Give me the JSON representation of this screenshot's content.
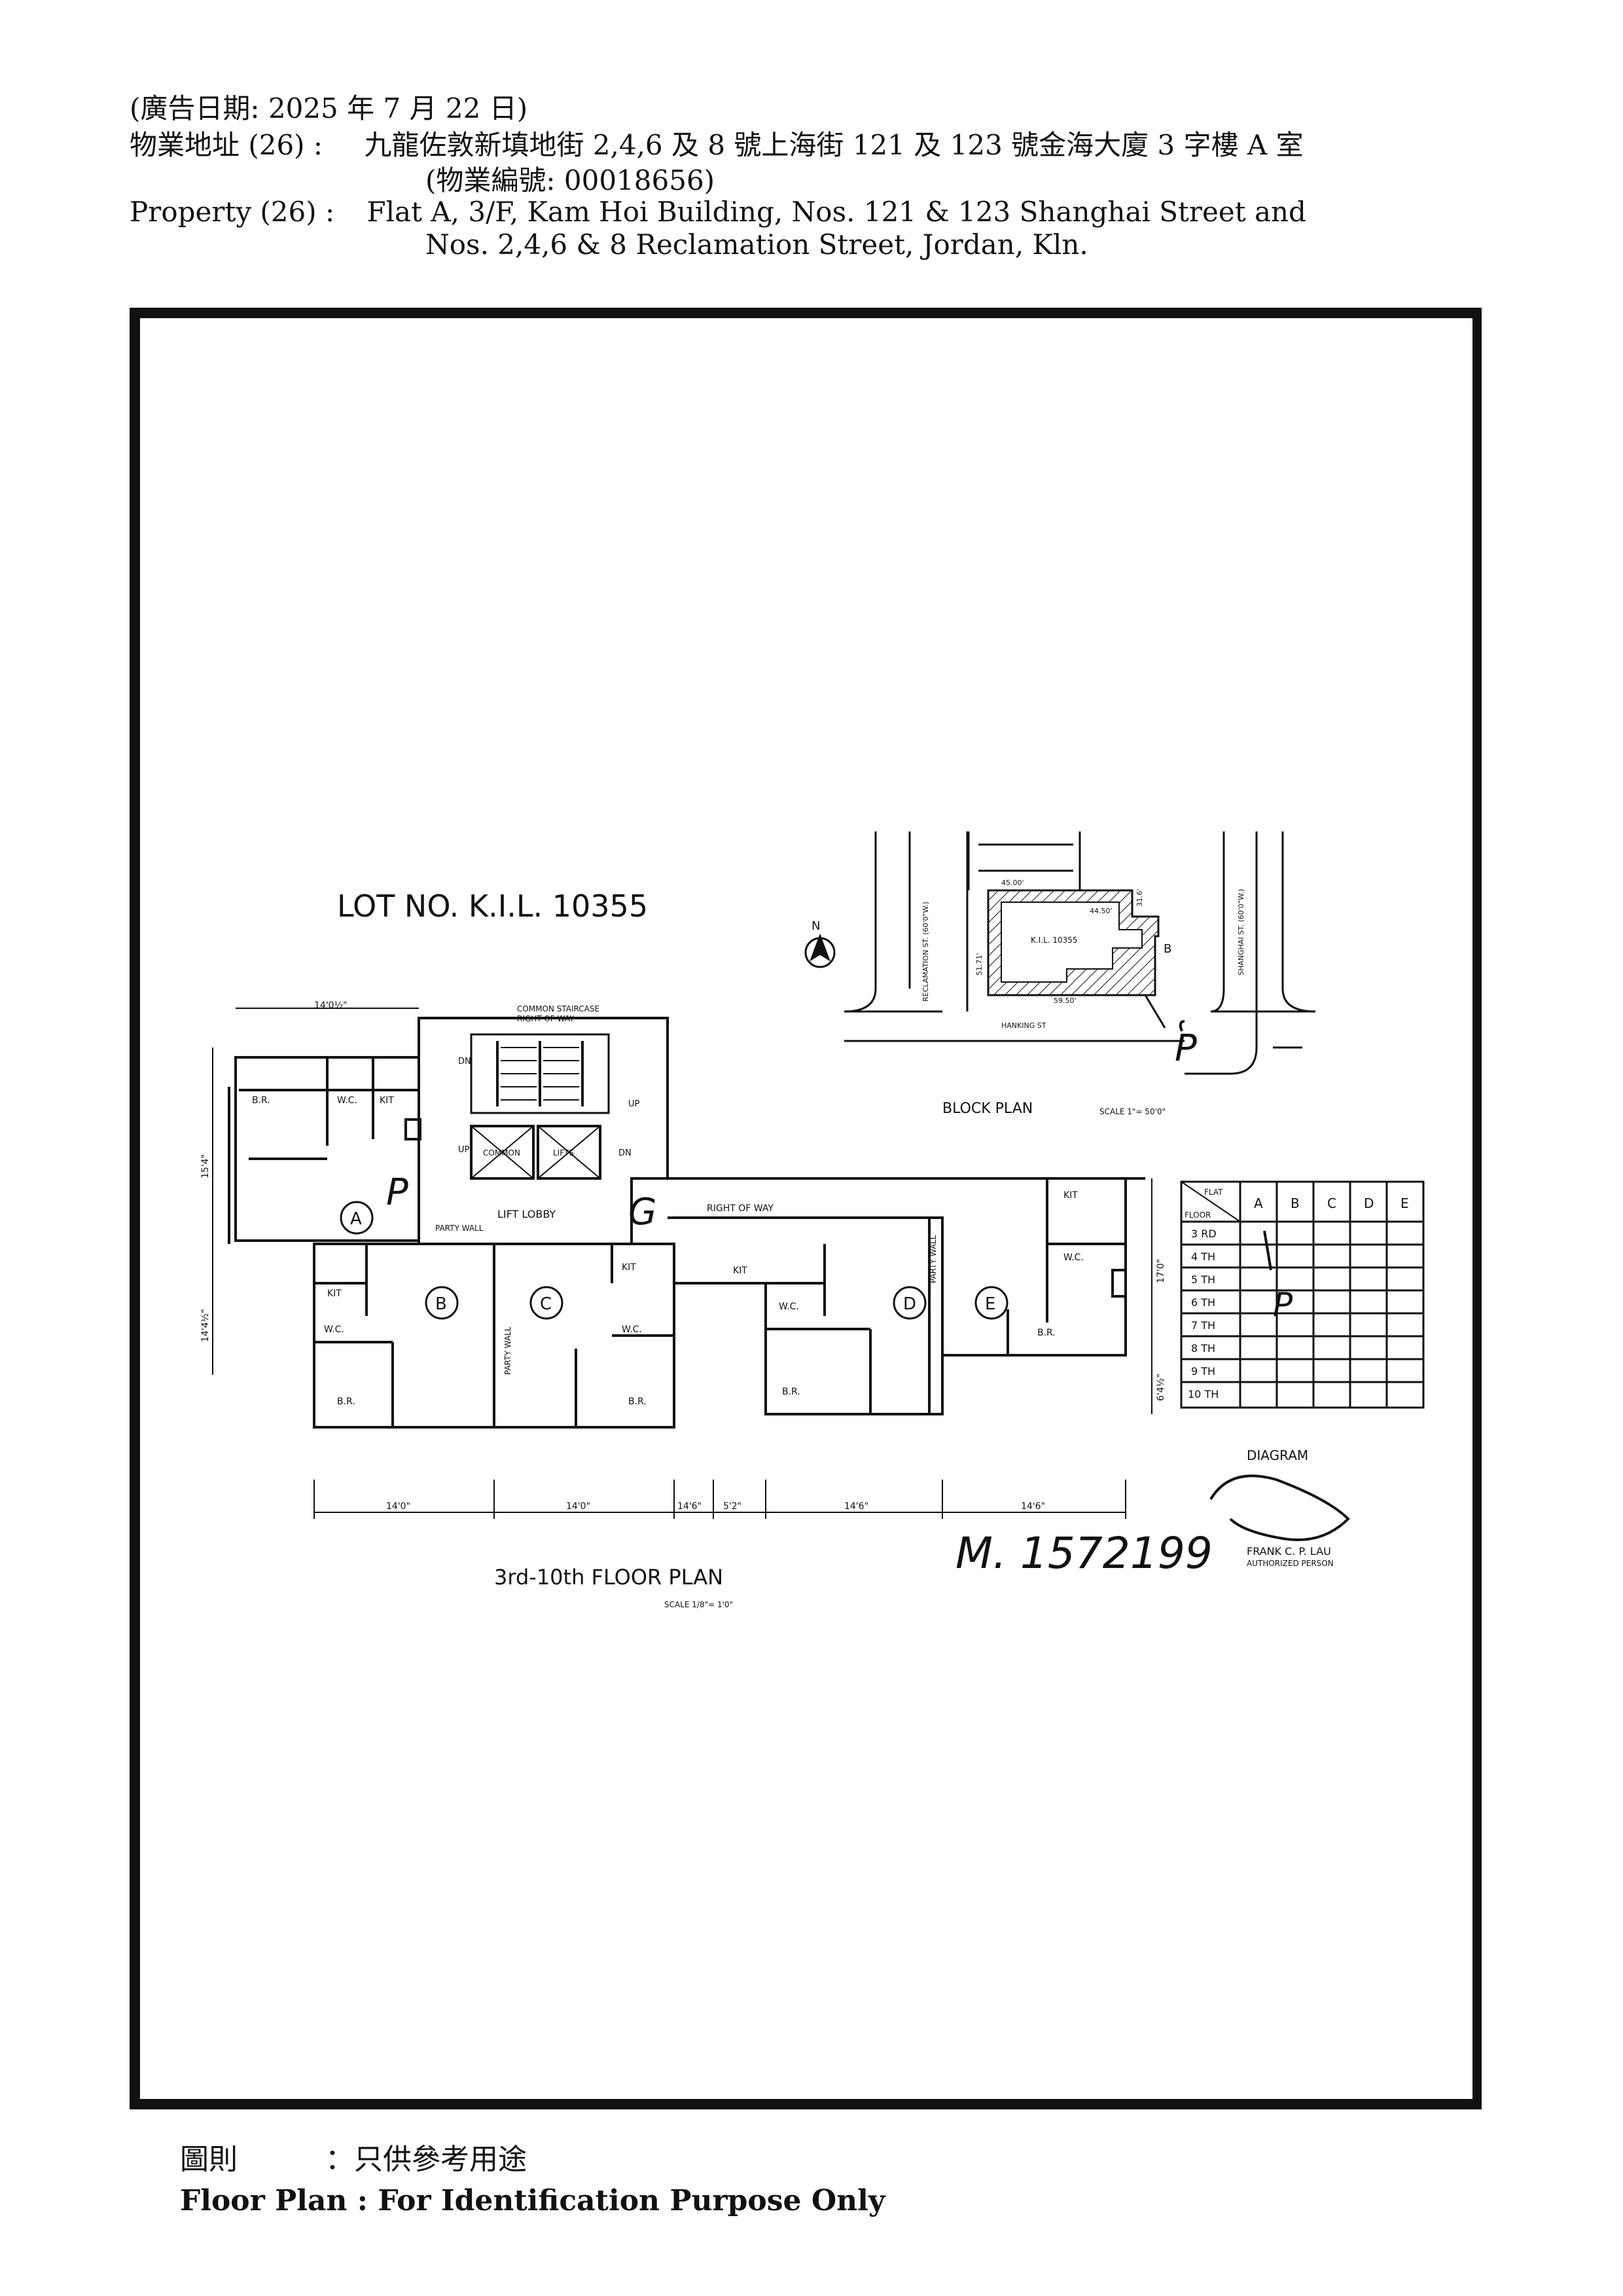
{
  "header": {
    "ad_date_line": "(廣告日期:   2025 年 7 月 22 日)",
    "address_cn_label": "物業地址  (26) :",
    "address_cn_value": "九龍佐敦新填地街 2,4,6  及  8 號上海街 121 及 123 號金海大廈 3 字樓 A 室",
    "property_no": "(物業編號: 00018656)",
    "address_en_label": "Property    (26) :",
    "address_en_line1": "Flat A, 3/F, Kam Hoi Building, Nos. 121 & 123 Shanghai Street and",
    "address_en_line2": "Nos. 2,4,6 & 8 Reclamation Street, Jordan, Kln."
  },
  "plan": {
    "lot_title": "LOT NO. K.I.L. 10355",
    "north": "N",
    "common_staircase": "COMMON STAIRCASE",
    "right_of_way_top": "RIGHT OF WAY",
    "common": "COMMON",
    "lifts": "LIFTS",
    "lift_lobby": "LIFT LOBBY",
    "right_of_way": "RIGHT OF WAY",
    "party_wall": "PARTY WALL",
    "up": "UP",
    "dn": "DN",
    "br": "B.R.",
    "wc": "W.C.",
    "kit": "KIT",
    "flat_a": "A",
    "flat_b": "B",
    "flat_c": "C",
    "flat_d": "D",
    "flat_e": "E",
    "mark_p": "P",
    "mark_g": "G",
    "floor_plan_title": "3rd-10th FLOOR   PLAN",
    "floor_plan_scale": "SCALE 1/8\"= 1'0\"",
    "block_plan_title": "BLOCK   PLAN",
    "block_plan_scale": "SCALE 1\"= 50'0\"",
    "reclamation_st": "RECLAMATION ST. (60'0\"W.)",
    "shanghai_st": "SHANGHAI ST. (60'0\"W.)",
    "hankow_st": "HANKING ST",
    "block_kil": "K.I.L. 10355",
    "memorial_no": "M. 1572199",
    "diagram": "DIAGRAM",
    "signatory": "FRANK C. P. LAU",
    "signatory_role": "AUTHORIZED PERSON",
    "dims": {
      "d1": "14'0\"",
      "d2": "14'0\"",
      "d3": "14'6\"",
      "d4": "5'2\"",
      "d5": "14'6\"",
      "d6": "14'6\"",
      "top": "14'0½\"",
      "left1": "15'4\"",
      "left2": "14'4½\"",
      "right1": "17'0\"",
      "right2": "6'4½\""
    },
    "block_dims": {
      "top": "45.00'",
      "mid": "44.50'",
      "bottom": "59.50'",
      "left": "51.71'",
      "right": "31.6'",
      "b_label": "B"
    },
    "floor_table": {
      "header_flat": "FLAT",
      "header_floor": "FLOOR",
      "cols": [
        "A",
        "B",
        "C",
        "D",
        "E"
      ],
      "rows": [
        "3 RD",
        "4 TH",
        "5 TH",
        "6 TH",
        "7 TH",
        "8 TH",
        "9 TH",
        "10 TH"
      ]
    }
  },
  "footer": {
    "cn_label": "圖則",
    "cn_value": "：只供參考用途",
    "en_text": "Floor Plan : For Identification Purpose Only"
  }
}
